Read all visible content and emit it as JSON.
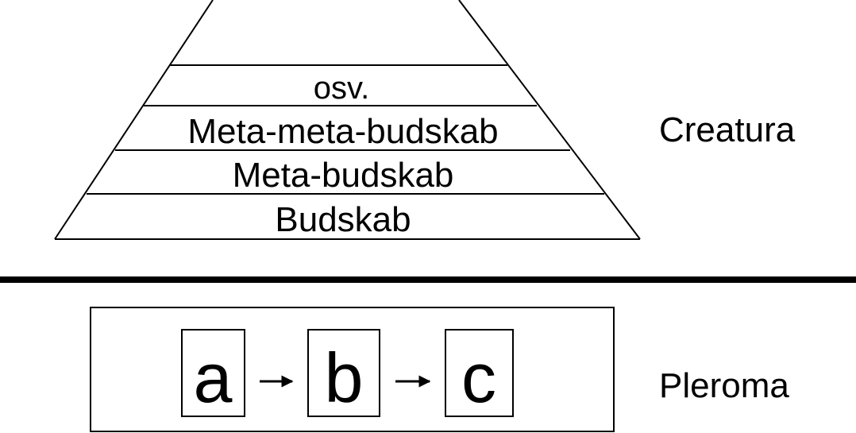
{
  "creatura": {
    "label": "Creatura",
    "levels": [
      "osv.",
      "Meta-meta-budskab",
      "Meta-budskab",
      "Budskab"
    ]
  },
  "pleroma": {
    "label": "Pleroma",
    "boxes": [
      "a",
      "b",
      "c"
    ]
  }
}
